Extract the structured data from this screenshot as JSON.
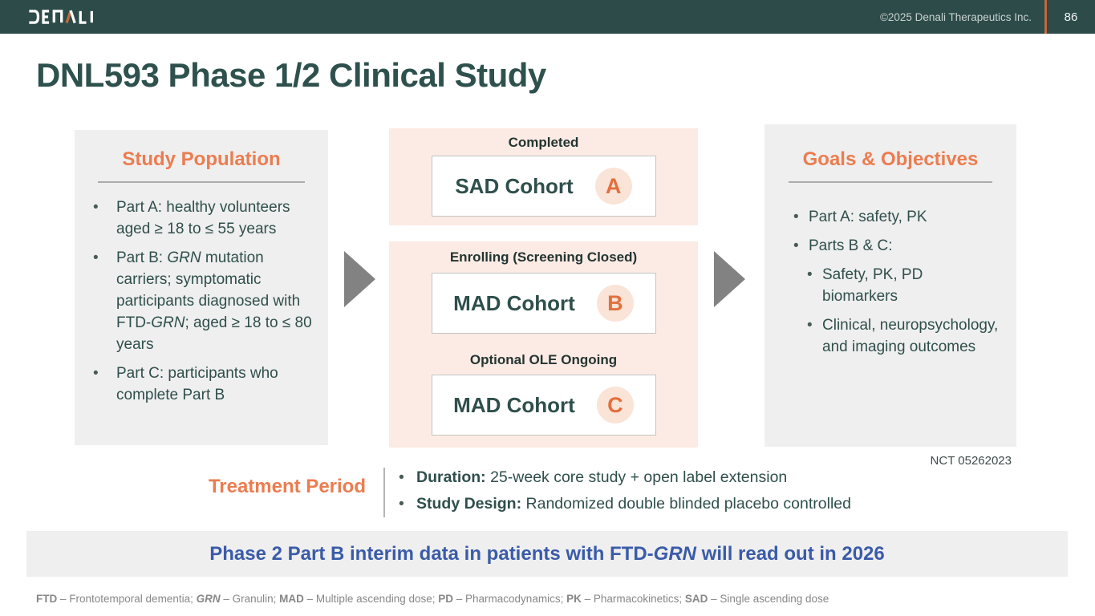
{
  "header": {
    "logo_name": "denali-logo",
    "copyright": "©2025 Denali Therapeutics Inc.",
    "page_number": "86"
  },
  "title": "DNL593 Phase 1/2 Clinical Study",
  "study_population": {
    "heading": "Study Population",
    "items": [
      [
        {
          "t": "Part A: healthy volunteers aged ≥ 18 to ≤ 55 years"
        }
      ],
      [
        {
          "t": "Part B: "
        },
        {
          "t": "GRN",
          "i": 1
        },
        {
          "t": " mutation carriers; symptomatic participants diagnosed with FTD-"
        },
        {
          "t": "GRN",
          "i": 1
        },
        {
          "t": "; aged ≥ 18 to ≤ 80 years"
        }
      ],
      [
        {
          "t": "Part C: participants who complete Part B"
        }
      ]
    ]
  },
  "cohorts": {
    "completed": {
      "status": "Completed",
      "name": "SAD Cohort",
      "badge": "A"
    },
    "enrolling": {
      "status": "Enrolling (Screening Closed)",
      "name": "MAD Cohort",
      "badge": "B"
    },
    "ole": {
      "status": "Optional OLE Ongoing",
      "name": "MAD Cohort",
      "badge": "C"
    }
  },
  "goals": {
    "heading": "Goals & Objectives",
    "items": [
      {
        "text": "Part A: safety, PK"
      },
      {
        "text": "Parts B & C:",
        "children": [
          "Safety, PK, PD biomarkers",
          "Clinical, neuropsychology, and imaging outcomes"
        ]
      }
    ]
  },
  "nct": "NCT 05262023",
  "treatment_period": {
    "heading": "Treatment Period",
    "items": [
      {
        "label": "Duration:",
        "text": "25-week core study + open label extension"
      },
      {
        "label": "Study Design:",
        "text": "Randomized double blinded placebo controlled"
      }
    ]
  },
  "banner": {
    "segments": [
      {
        "t": "Phase 2 Part B interim data in patients with FTD-"
      },
      {
        "t": "GRN",
        "i": 1
      },
      {
        "t": " will read out in 2026"
      }
    ]
  },
  "footnote": {
    "segments": [
      {
        "t": "FTD",
        "b": 1
      },
      {
        "t": " – Frontotemporal dementia; "
      },
      {
        "t": "GRN",
        "b": 1,
        "i": 1
      },
      {
        "t": " – Granulin; "
      },
      {
        "t": "MAD",
        "b": 1
      },
      {
        "t": " – Multiple ascending dose; "
      },
      {
        "t": "PD",
        "b": 1
      },
      {
        "t": " – Pharmacodynamics; "
      },
      {
        "t": "PK",
        "b": 1
      },
      {
        "t": " – Pharmacokinetics; "
      },
      {
        "t": "SAD",
        "b": 1
      },
      {
        "t": " – Single ascending dose"
      }
    ]
  },
  "colors": {
    "header_background": "#2C4B49",
    "accent_orange": "#EC7C4F",
    "logo_accent_orange": "#C2693F",
    "body_text_teal": "#2F4F4C",
    "panel_gray": "#EFEFEF",
    "flow_pink": "#FCEBE4",
    "badge_circle": "#FAE3D7",
    "badge_letter": "#E2703F",
    "arrow_gray": "#828282",
    "banner_blue": "#3A5BA8"
  }
}
